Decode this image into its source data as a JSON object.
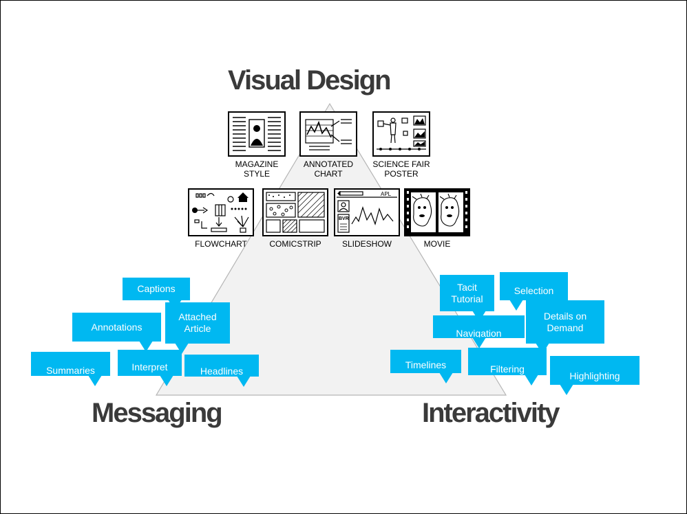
{
  "headings": {
    "visual_design": "Visual Design",
    "messaging": "Messaging",
    "interactivity": "Interactivity"
  },
  "genres": [
    {
      "id": "magazine",
      "label_line1": "MAGAZINE",
      "label_line2": "STYLE",
      "icon": "magazine-thumbnail"
    },
    {
      "id": "annotated",
      "label_line1": "ANNOTATED",
      "label_line2": "CHART",
      "icon": "annotated-chart-thumbnail"
    },
    {
      "id": "science",
      "label_line1": "SCIENCE FAIR",
      "label_line2": "POSTER",
      "icon": "science-fair-poster-thumbnail"
    },
    {
      "id": "flowchart",
      "label_line1": "FLOWCHART",
      "label_line2": "",
      "icon": "flowchart-thumbnail"
    },
    {
      "id": "comicstrip",
      "label_line1": "COMICSTRIP",
      "label_line2": "",
      "icon": "comicstrip-thumbnail"
    },
    {
      "id": "slideshow",
      "label_line1": "SLIDESHOW",
      "label_line2": "",
      "icon": "slideshow-thumbnail"
    },
    {
      "id": "movie",
      "label_line1": "MOVIE",
      "label_line2": "",
      "icon": "movie-thumbnail"
    }
  ],
  "slideshow_header": "APL",
  "slideshow_badge": "BVR",
  "messaging_tags": [
    "Captions",
    "Annotations",
    "Attached Article",
    "Summaries",
    "Interpret",
    "Headlines"
  ],
  "interactivity_tags": [
    "Tacit Tutorial",
    "Selection",
    "Navigation",
    "Details on Demand",
    "Timelines",
    "Filtering",
    "Highlighting"
  ],
  "colors": {
    "tag": "#00b8f1",
    "heading": "#3a3a3a",
    "triangle_fill": "#f2f2f2",
    "triangle_stroke": "#b5b5b5"
  }
}
